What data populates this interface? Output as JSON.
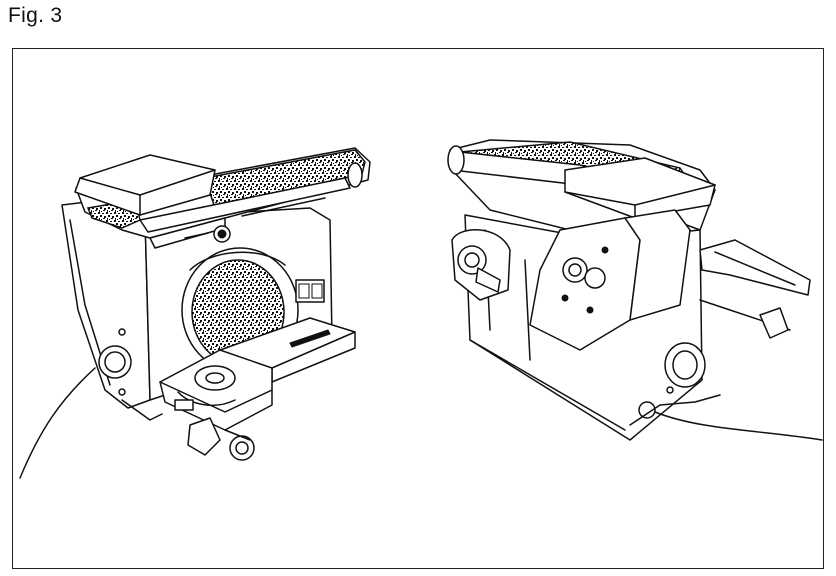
{
  "figure": {
    "label": "Fig. 3"
  },
  "illustrations": {
    "left": {
      "icon": "belt-disc-sander-front-view"
    },
    "right": {
      "icon": "belt-disc-sander-rear-view"
    }
  },
  "colors": {
    "line": "#111111",
    "background": "#ffffff"
  }
}
